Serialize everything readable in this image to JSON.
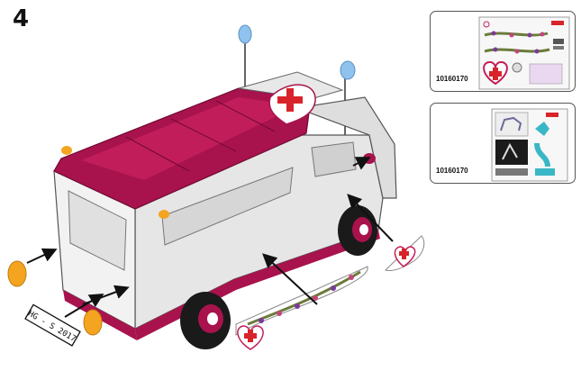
{
  "step": {
    "number": "4"
  },
  "sticker_sheets": [
    {
      "code": "10160170"
    },
    {
      "code": "10160170"
    }
  ],
  "license_plate": {
    "text": "HG - S 2017"
  },
  "colors": {
    "body": "#ececec",
    "roof": "#a8134d",
    "roof_light": "#c21d5b",
    "light_blue": "#8ec3ef",
    "indicator": "#f4a41e",
    "red_cross": "#d8232a"
  }
}
